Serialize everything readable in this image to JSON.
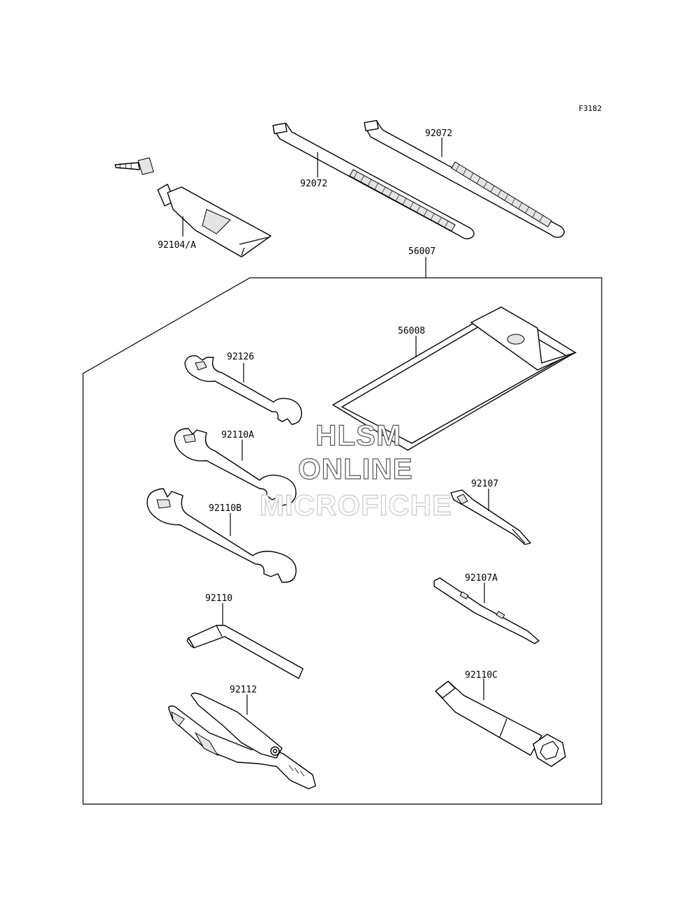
{
  "figure_code": "F3182",
  "parts": {
    "tie_left": "92072",
    "tie_right": "92072",
    "sealant": "92104/A",
    "kit": "56007",
    "case": "56008",
    "wrench_small": "92126",
    "wrench_mid": "92110A",
    "wrench_large": "92110B",
    "hex_key": "92110",
    "pliers": "92112",
    "driver": "92107",
    "driver_alt": "92107A",
    "plug_wrench": "92110C"
  },
  "watermark": {
    "line1": "HLSM",
    "line2": "ONLINE",
    "line3": "MICROFICHE"
  }
}
